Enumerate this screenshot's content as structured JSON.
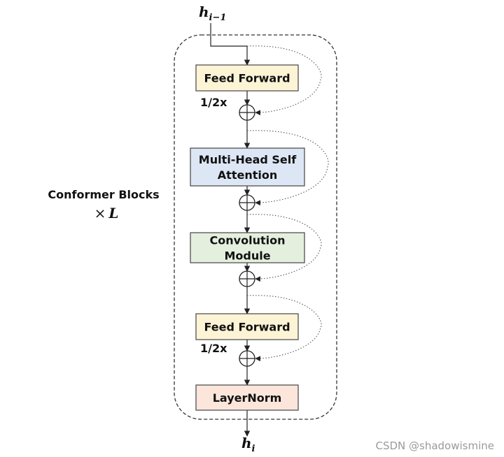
{
  "input_label": {
    "base": "h",
    "sub": "i−1"
  },
  "output_label": {
    "base": "h",
    "sub": "i"
  },
  "block_title": "Conformer Blocks",
  "block_repeat": {
    "times": "×",
    "var": "L"
  },
  "blocks": [
    {
      "id": "ff1",
      "lines": [
        "Feed Forward"
      ],
      "color": "#fdf4d6",
      "scale_label": "1/2x"
    },
    {
      "id": "mhsa",
      "lines": [
        "Multi-Head Self",
        "Attention"
      ],
      "color": "#dde6f4",
      "scale_label": ""
    },
    {
      "id": "conv",
      "lines": [
        "Convolution",
        "Module"
      ],
      "color": "#e5efde",
      "scale_label": ""
    },
    {
      "id": "ff2",
      "lines": [
        "Feed Forward"
      ],
      "color": "#fdf4d6",
      "scale_label": "1/2x"
    },
    {
      "id": "ln",
      "lines": [
        "LayerNorm"
      ],
      "color": "#fce6dc",
      "scale_label": ""
    }
  ],
  "watermark": "CSDN @shadowismine"
}
